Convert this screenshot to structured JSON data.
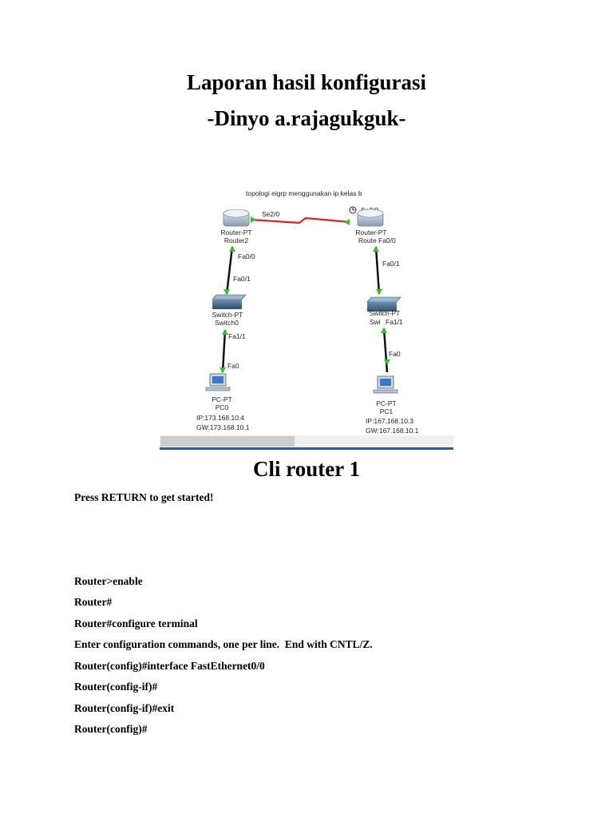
{
  "document": {
    "title": "Laporan hasil konfigurasi",
    "author": "-Dinyo a.rajagukguk-",
    "section_heading": "Cli router 1"
  },
  "diagram": {
    "caption": "topologi eigrp menggunakan ip kelas b",
    "left": {
      "router_type": "Router-PT",
      "router_name": "Router2",
      "serial_port": "Se2/0",
      "router_fa": "Fa0/0",
      "switch_top_port": "Fa0/1",
      "switch_type": "Switch-PT",
      "switch_name": "Switch0",
      "switch_bottom_port": "Fa1/1",
      "pc_port": "Fa0",
      "pc_type": "PC-PT",
      "pc_name": "PC0",
      "ip": "IP:173.168.10.4",
      "gw": "GW:173.168.10.1"
    },
    "right": {
      "router_type": "Router-PT",
      "router_name": "Route",
      "serial_port": "Se2/0",
      "router_fa": "Fa0/0",
      "switch_top_port": "Fa0/1",
      "switch_type": "Switch-PT",
      "switch_name": "Swi",
      "switch_bottom_port": "Fa1/1",
      "pc_port": "Fa0",
      "pc_type": "PC-PT",
      "pc_name": "PC1",
      "ip": "IP:167.168.10.3",
      "gw": "GW:167.168.10.1"
    },
    "link_color": "#e02020",
    "port_indicator_color": "#2fbf2f"
  },
  "cli_lines": [
    "Press RETURN to get started!",
    "Router>enable",
    "Router#",
    "Router#configure terminal",
    "Enter configuration commands, one per line.  End with CNTL/Z.",
    "Router(config)#interface FastEthernet0/0",
    "Router(config-if)#",
    "Router(config-if)#exit",
    "Router(config)#"
  ]
}
